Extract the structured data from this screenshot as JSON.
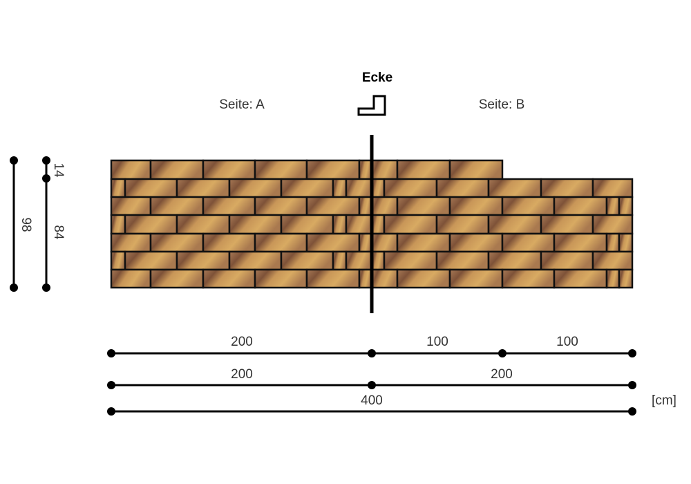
{
  "title": "Ecke",
  "side_a_label": "Seite: A",
  "side_b_label": "Seite: B",
  "unit_label": "[cm]",
  "colors": {
    "brick_light": "#d9a55a",
    "brick_dark": "#8a5a3c",
    "line": "#000000"
  },
  "vertical_dims": {
    "total": "98",
    "top": "14",
    "bottom": "84"
  },
  "horizontal_dims": {
    "row1": [
      "200",
      "100",
      "100"
    ],
    "row2": [
      "200",
      "200"
    ],
    "row3": [
      "400"
    ]
  },
  "corner_icon": "corner-l-icon"
}
